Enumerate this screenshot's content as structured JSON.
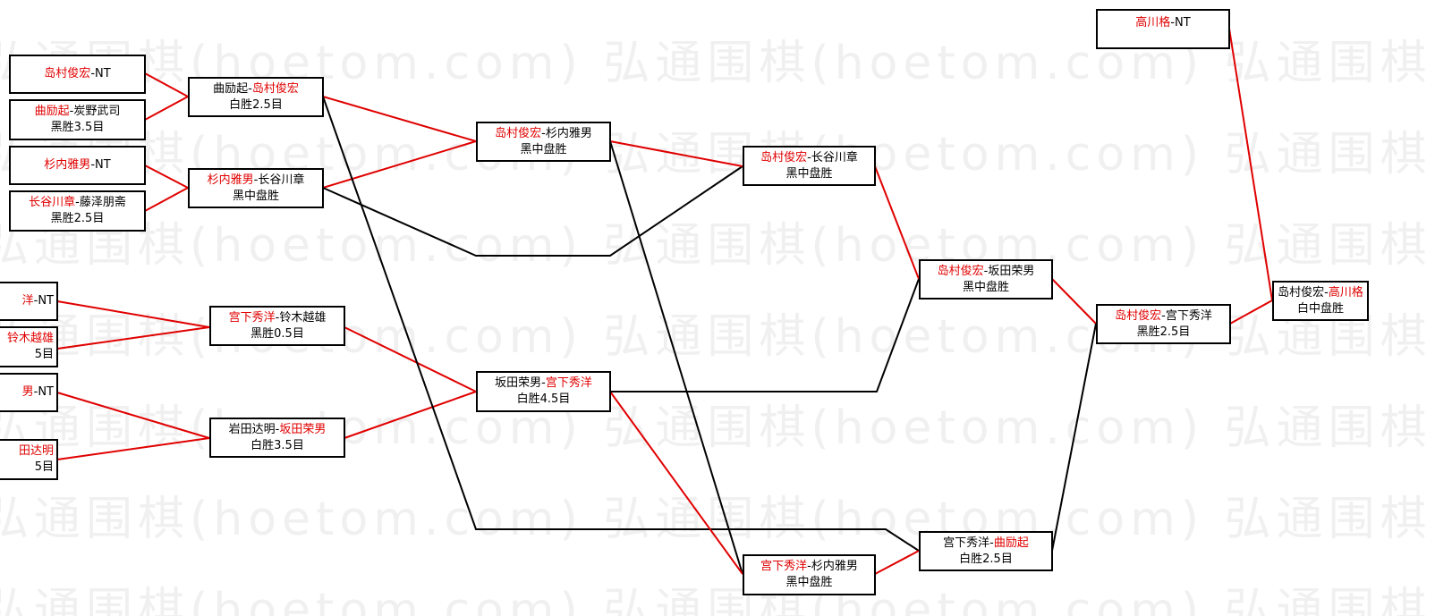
{
  "watermark": {
    "text": "弘通围棋(hoetom.com) 弘通围棋(hoetom.com) 弘通围棋(hoetom.com) 弘通围"
  },
  "colors": {
    "winner": "#e00000",
    "loser_line": "#000000",
    "winner_line": "#e00000"
  },
  "matches": {
    "r1_1": {
      "p1": "岛村俊宏",
      "sep": "-",
      "p2": "NT"
    },
    "r1_2": {
      "p1": "曲励起",
      "sep": "-",
      "p2": "炭野武司",
      "result": "黑胜3.5目"
    },
    "r1_3": {
      "p1": "杉内雅男",
      "sep": "-",
      "p2": "NT"
    },
    "r1_4": {
      "p1": "长谷川章",
      "sep": "-",
      "p2": "藤泽朋斋",
      "result": "黑胜2.5目"
    },
    "r1_5": {
      "p1": "洋",
      "sep": "-",
      "p2": "NT"
    },
    "r1_6": {
      "p1": "铃木越雄",
      "result": "5目"
    },
    "r1_7": {
      "p1": "男",
      "sep": "-",
      "p2": "NT"
    },
    "r1_8": {
      "p1": "田达明",
      "result": "5目"
    },
    "r2_1": {
      "p1": "曲励起",
      "sep": "-",
      "p2": "岛村俊宏",
      "result": "白胜2.5目"
    },
    "r2_2": {
      "p1": "杉内雅男",
      "sep": "-",
      "p2": "长谷川章",
      "result": "黑中盘胜"
    },
    "r2_3": {
      "p1": "宫下秀洋",
      "sep": "-",
      "p2": "铃木越雄",
      "result": "黑胜0.5目"
    },
    "r2_4": {
      "p1": "岩田达明",
      "sep": "-",
      "p2": "坂田荣男",
      "result": "白胜3.5目"
    },
    "r3_1": {
      "p1": "岛村俊宏",
      "sep": "-",
      "p2": "杉内雅男",
      "result": "黑中盘胜"
    },
    "r3_2": {
      "p1": "坂田荣男",
      "sep": "-",
      "p2": "宫下秀洋",
      "result": "白胜4.5目"
    },
    "r4_1": {
      "p1": "岛村俊宏",
      "sep": "-",
      "p2": "长谷川章",
      "result": "黑中盘胜"
    },
    "r4_2": {
      "p1": "宫下秀洋",
      "sep": "-",
      "p2": "杉内雅男",
      "result": "黑中盘胜"
    },
    "r5_1": {
      "p1": "岛村俊宏",
      "sep": "-",
      "p2": "坂田荣男",
      "result": "黑中盘胜"
    },
    "r5_2": {
      "p1": "宫下秀洋",
      "sep": "-",
      "p2": "曲励起",
      "result": "白胜2.5目"
    },
    "r6_1": {
      "p1": "岛村俊宏",
      "sep": "-",
      "p2": "宫下秀洋",
      "result": "黑胜2.5目"
    },
    "top": {
      "p1": "高川格",
      "sep": "-",
      "p2": "NT"
    },
    "final": {
      "p1": "岛村俊宏",
      "sep": "-",
      "p2": "高川格",
      "result": "白中盘胜"
    }
  }
}
